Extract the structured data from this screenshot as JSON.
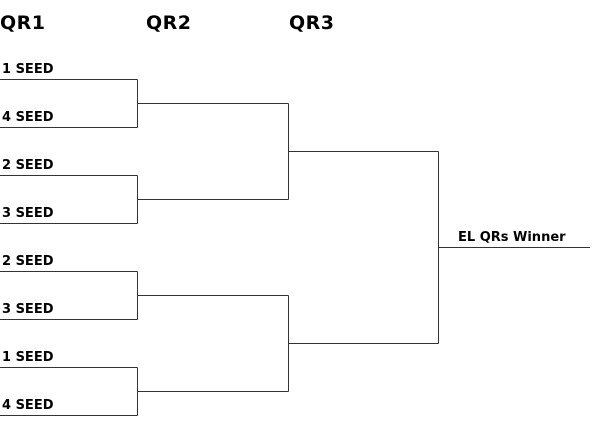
{
  "rounds": [
    "QR1",
    "QR2",
    "QR3"
  ],
  "seeds": [
    "1 SEED",
    "4 SEED",
    "2 SEED",
    "3 SEED",
    "2 SEED",
    "3 SEED",
    "1 SEED",
    "4 SEED"
  ],
  "winner_label": "EL QRs Winner",
  "line_color": "#333333"
}
